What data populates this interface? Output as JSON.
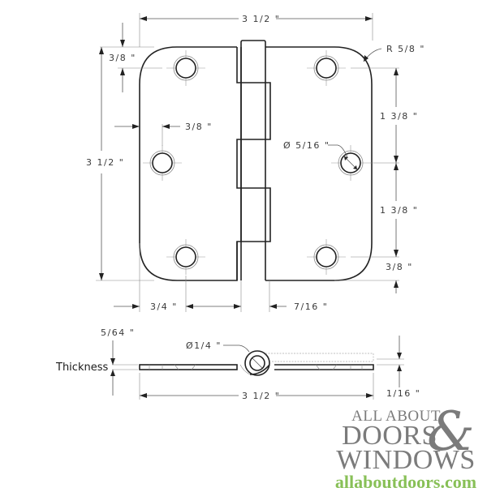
{
  "drawing": {
    "title": "Hinge technical drawing",
    "front_view": {
      "overall_width": "3 1/2 \"",
      "overall_height": "3 1/2 \"",
      "corner_radius": "R 5/8 \"",
      "top_hole_offset": "3/8 \"",
      "side_hole_offset": "3/8 \"",
      "hole_spacing_upper": "1 3/8 \"",
      "hole_spacing_lower": "1 3/8 \"",
      "bottom_hole_offset": "3/8 \"",
      "hole_diameter": "Ø 5/16 \"",
      "left_hole_to_knuckle": "3/4 \"",
      "knuckle_width": "7/16 \""
    },
    "side_view": {
      "thickness_label": "Thickness",
      "thickness_value": "5/64 \"",
      "pin_diameter": "Ø1/4 \"",
      "overall_width": "3 1/2 \"",
      "leaf_gap": "1/16 \""
    }
  },
  "logo": {
    "line1": "ALL ABOUT",
    "line2": "DOORS",
    "ampersand": "&",
    "line3": "WINDOWS",
    "url": "allaboutdoors.com",
    "text_color": "#7b7b7b",
    "url_color": "#88c057"
  }
}
